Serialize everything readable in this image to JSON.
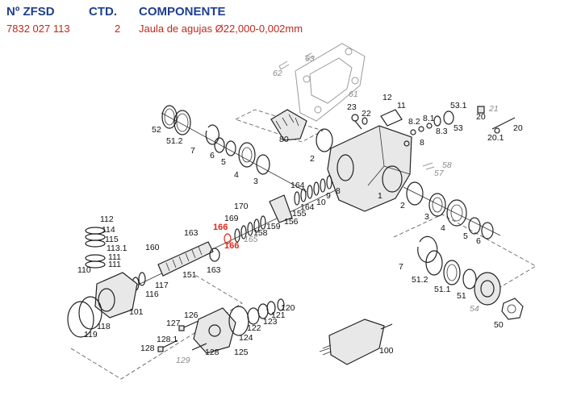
{
  "header": {
    "col_zf": "Nº ZFSD",
    "col_qty": "CTD.",
    "col_comp": "COMPONENTE"
  },
  "row": {
    "zf": "7832 027 113",
    "qty": "2",
    "component": "Jaula de agujas Ø22,000-0,002mm"
  },
  "labels": {
    "l_112": "112",
    "l_114": "114",
    "l_115": "115",
    "l_113_1": "113.1",
    "l_111a": "111",
    "l_111b": "111",
    "l_110": "110",
    "l_160": "160",
    "l_163a": "163",
    "l_163b": "163",
    "l_166a": "166",
    "l_166b": "166",
    "l_169": "169",
    "l_170": "170",
    "l_158": "158",
    "l_159": "159",
    "l_156": "156",
    "l_155": "155",
    "l_164a": "164",
    "l_164b": "164",
    "l_10": "10",
    "l_9": "9",
    "l_8a": "8",
    "l_151": "151",
    "l_117": "117",
    "l_116": "116",
    "l_101": "101",
    "l_118": "118",
    "l_119": "119",
    "l_126": "126",
    "l_127": "127",
    "l_128_1": "128.1",
    "l_128a": "128",
    "l_128b": "128",
    "l_125": "125",
    "l_124": "124",
    "l_122": "122",
    "l_123": "123",
    "l_121": "121",
    "l_120": "120",
    "l_100": "100",
    "l_52a": "52",
    "l_51_2a": "51.2",
    "l_7a": "7",
    "l_6a": "6",
    "l_5a": "5",
    "l_4a": "4",
    "l_3a": "3",
    "l_80": "80",
    "l_2a": "2",
    "l_23": "23",
    "l_22": "22",
    "l_12": "12",
    "l_11": "11",
    "l_8_2": "8.2",
    "l_8_1": "8.1",
    "l_8_3": "8.3",
    "l_8b": "8",
    "l_53_1": "53.1",
    "l_53": "53",
    "l_20a": "20",
    "l_20b": "20",
    "l_20_1": "20.1",
    "l_1": "1",
    "l_2b": "2",
    "l_3b": "3",
    "l_4b": "4",
    "l_5b": "5",
    "l_6b": "6",
    "l_7b": "7",
    "l_51_2b": "51.2",
    "l_51_1": "51.1",
    "l_51": "51",
    "l_50": "50",
    "g_63": "63",
    "g_62": "62",
    "g_61": "61",
    "g_21": "21",
    "g_58": "58",
    "g_57": "57",
    "g_165": "165",
    "g_129": "129",
    "g_54": "54"
  }
}
